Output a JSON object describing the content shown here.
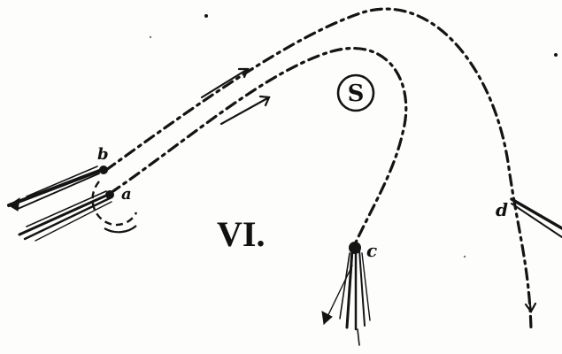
{
  "figure_label": "VI.",
  "center_label": "S",
  "point_labels": {
    "b": "b",
    "a": "a",
    "c": "c",
    "d": "d"
  },
  "ink_color": "#141414"
}
